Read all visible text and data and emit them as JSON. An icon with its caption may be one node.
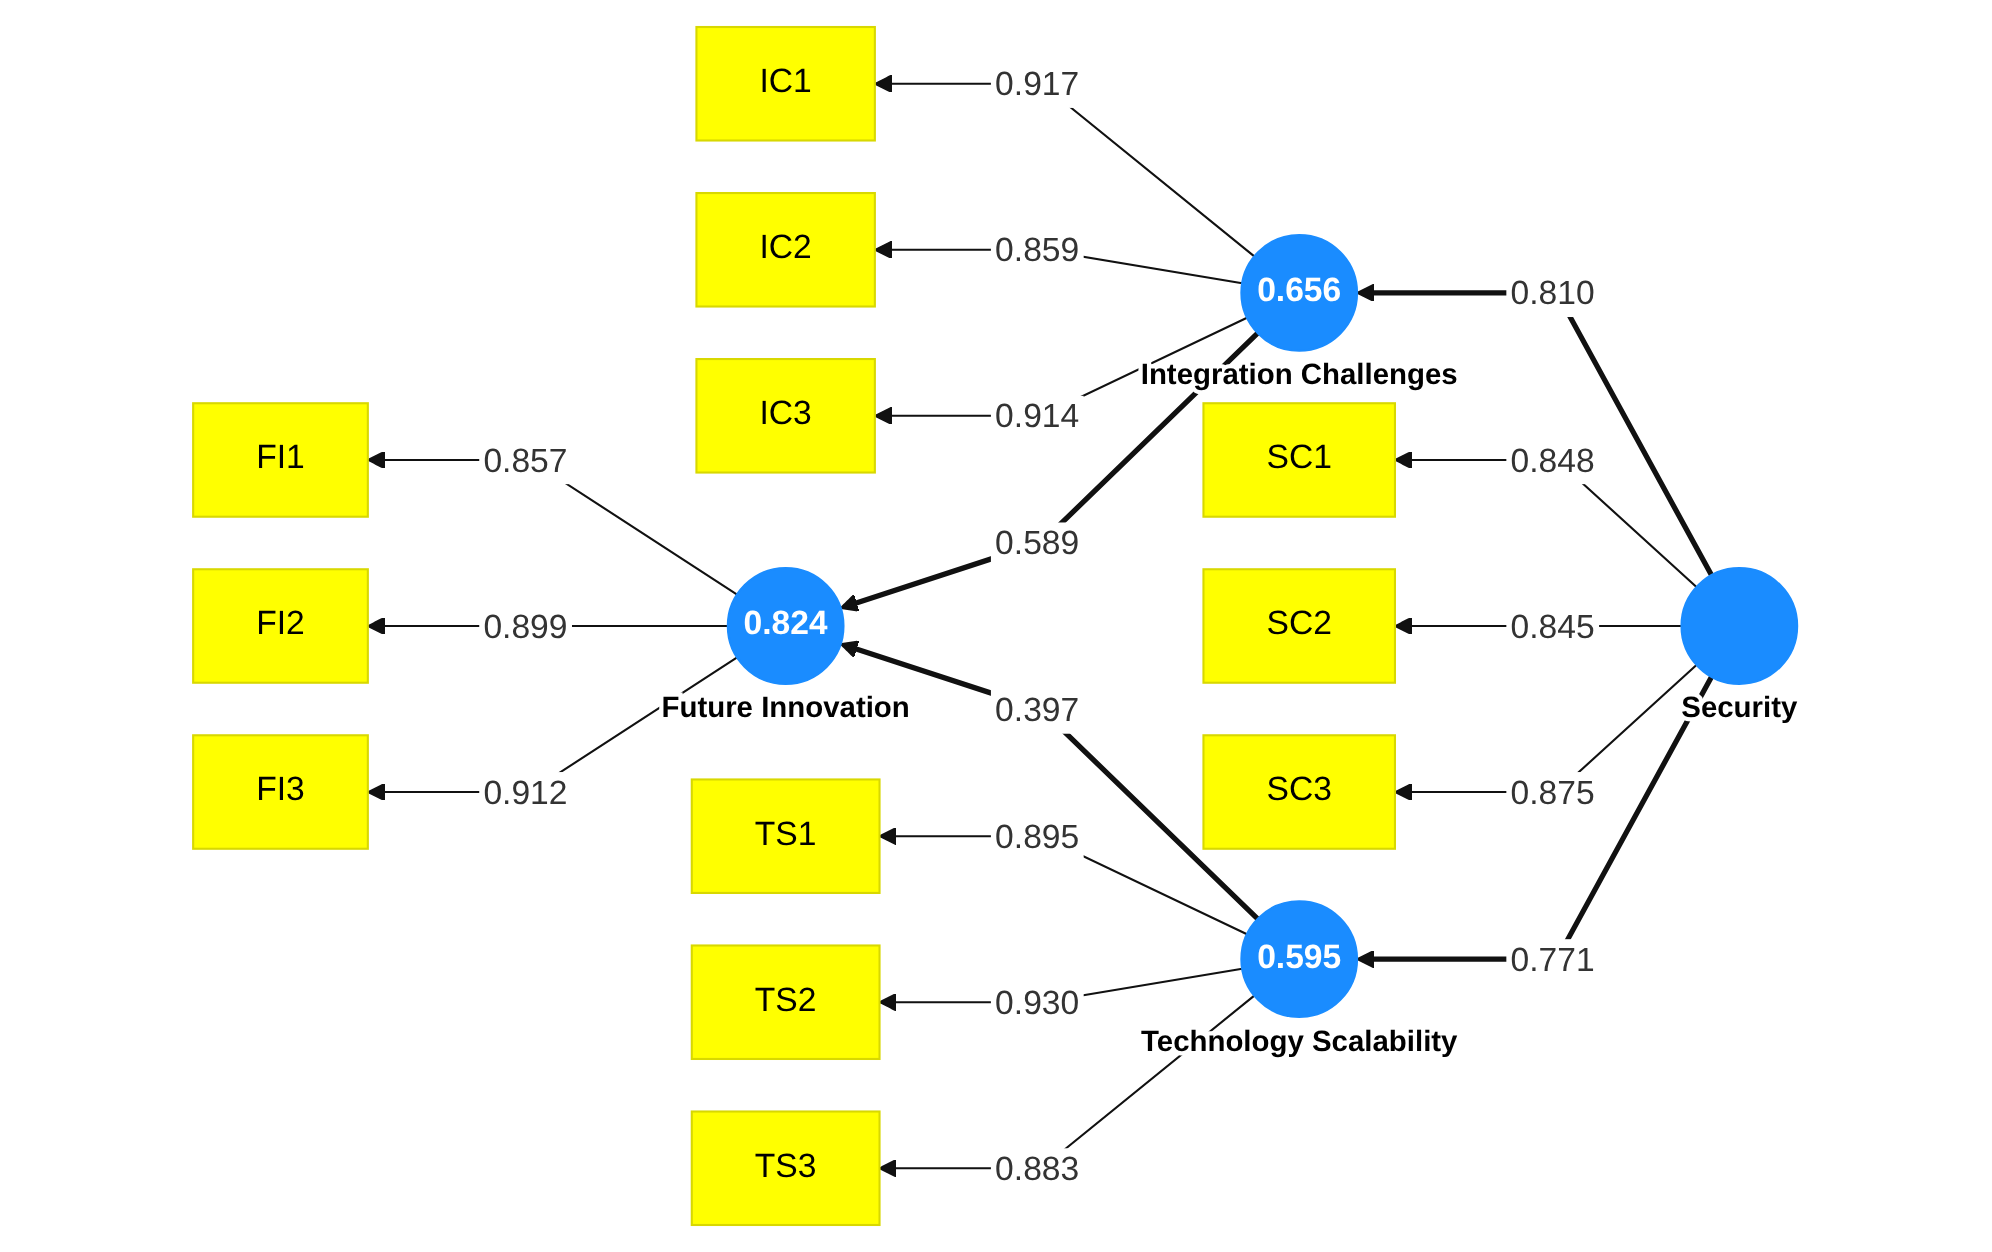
{
  "diagram": {
    "nodes": [
      {
        "text": [
          "0.656"
        ],
        "beside": [
          "Integration Challenges"
        ]
      },
      {
        "text": [
          "IC1"
        ]
      },
      {
        "text": [
          "IC2"
        ]
      },
      {
        "text": [
          "IC3"
        ]
      },
      {
        "text": [
          "0.824"
        ],
        "beside": [
          "Future Innovation"
        ]
      },
      {
        "text": [
          "FI1"
        ]
      },
      {
        "text": [
          "FI2"
        ]
      },
      {
        "text": [
          "FI3"
        ]
      },
      {
        "text": [],
        "shape": "circle",
        "beside": [
          "Security"
        ]
      },
      {
        "text": [
          "SC1"
        ]
      },
      {
        "text": [
          "SC2"
        ]
      },
      {
        "text": [
          "SC3"
        ]
      },
      {
        "text": [
          "0.595"
        ],
        "beside": [
          "Technology Scalability"
        ]
      },
      {
        "text": [
          "TS1"
        ]
      },
      {
        "text": [
          "TS2"
        ]
      },
      {
        "text": [
          "TS3"
        ]
      }
    ],
    "edges": [
      {
        "from": 0,
        "to": 1,
        "arrow": "to",
        "label": "0.917"
      },
      {
        "from": 0,
        "to": 2,
        "arrow": "to",
        "label": "0.859"
      },
      {
        "from": 0,
        "to": 3,
        "arrow": "to",
        "label": "0.914"
      },
      {
        "from": 8,
        "to": 0,
        "arrow": "to",
        "label": "0.810",
        "style": "thick"
      },
      {
        "from": 0,
        "to": 4,
        "arrow": "to",
        "label": "0.589",
        "style": "thick"
      },
      {
        "from": 8,
        "to": 9,
        "arrow": "to",
        "label": "0.848"
      },
      {
        "from": 8,
        "to": 10,
        "arrow": "to",
        "label": "0.845"
      },
      {
        "from": 8,
        "to": 11,
        "arrow": "to",
        "label": "0.875"
      },
      {
        "from": 4,
        "to": 5,
        "arrow": "to",
        "label": "0.857"
      },
      {
        "from": 4,
        "to": 6,
        "arrow": "to",
        "label": "0.899"
      },
      {
        "from": 4,
        "to": 7,
        "arrow": "to",
        "label": "0.912"
      },
      {
        "from": 8,
        "to": 12,
        "arrow": "to",
        "label": "0.771",
        "style": "thick"
      },
      {
        "from": 12,
        "to": 4,
        "arrow": "to",
        "label": "0.397",
        "style": "thick"
      },
      {
        "from": 12,
        "to": 13,
        "arrow": "to",
        "label": "0.895"
      },
      {
        "from": 12,
        "to": 14,
        "arrow": "to",
        "label": "0.930"
      },
      {
        "from": 12,
        "to": 15,
        "arrow": "to",
        "label": "0.883"
      }
    ]
  }
}
